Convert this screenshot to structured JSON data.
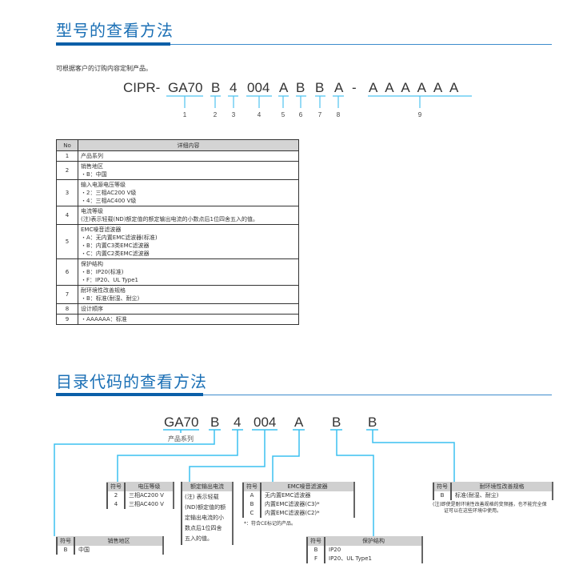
{
  "section1": {
    "title": "型号的查看方法",
    "subtitle": "可根据客户的订购内容定制产品。",
    "code": {
      "prefix": "CIPR-",
      "segments": [
        "GA70",
        "B",
        "4",
        "004",
        "A",
        "B",
        "B",
        "A"
      ],
      "dash": "-",
      "suffix": [
        "A",
        "A",
        "A",
        "A",
        "A",
        "A"
      ],
      "numbers": [
        "1",
        "2",
        "3",
        "4",
        "5",
        "6",
        "7",
        "8",
        "9"
      ]
    },
    "table": {
      "headers": [
        "No",
        "详细内容"
      ],
      "rows": [
        {
          "no": "1",
          "lines": [
            "产品系列"
          ]
        },
        {
          "no": "2",
          "lines": [
            "销售地区",
            "・B：中国"
          ]
        },
        {
          "no": "3",
          "lines": [
            "输入电源电压等级",
            "・2：三相AC200 V级",
            "・4：三相AC400 V级"
          ]
        },
        {
          "no": "4",
          "lines": [
            "电流等级",
            "(注)表示轻载(ND)额定值的额定输出电流的小数点后1位四舍五入的值。"
          ]
        },
        {
          "no": "5",
          "lines": [
            "EMC噪音滤波器",
            "・A：无内置EMC滤波器(标准)",
            "・B：内置C3类EMC滤波器",
            "・C：内置C2类EMC滤波器"
          ]
        },
        {
          "no": "6",
          "lines": [
            "保护结构",
            "・B：IP20(标准)",
            "・F：IP20、UL Type1"
          ]
        },
        {
          "no": "7",
          "lines": [
            "耐环境性改善规格",
            "・B：标准(耐湿、耐尘)"
          ]
        },
        {
          "no": "8",
          "lines": [
            "设计顺序"
          ]
        },
        {
          "no": "9",
          "lines": [
            "・AAAAAA：标准"
          ]
        }
      ]
    }
  },
  "section2": {
    "title": "目录代码的查看方法",
    "code": [
      "GA70",
      "B",
      "4",
      "004",
      "A",
      "B",
      "B"
    ],
    "series_label": "产品系列",
    "region": {
      "h1": "符号",
      "h2": "销售地区",
      "rows": [
        [
          "B",
          "中国"
        ]
      ]
    },
    "voltage": {
      "h1": "符号",
      "h2": "电压等级",
      "rows": [
        [
          "2",
          "三相AC200 V"
        ],
        [
          "4",
          "三相AC400 V"
        ]
      ]
    },
    "current": {
      "h": "额定输出电流",
      "lines": [
        "(注) 表示轻载",
        "(ND)额定值的额",
        "定输出电流的小",
        "数点后1位四舍",
        "五入的值。"
      ]
    },
    "emc": {
      "h1": "符号",
      "h2": "EMC噪音滤波器",
      "rows": [
        [
          "A",
          "无内置EMC滤波器"
        ],
        [
          "B",
          "内置EMC滤波器(C3)*"
        ],
        [
          "C",
          "内置EMC滤波器(C2)*"
        ]
      ],
      "note": "*：符合CE标记的产品。"
    },
    "protection": {
      "h1": "符号",
      "h2": "保护结构",
      "rows": [
        [
          "B",
          "IP20"
        ],
        [
          "F",
          "IP20、UL Type1"
        ]
      ]
    },
    "env": {
      "h1": "符号",
      "h2": "耐环境性改善规格",
      "rows": [
        [
          "B",
          "标准(耐湿、耐尘)"
        ]
      ],
      "note": [
        "(注)即使是耐环境性改善规格的变频器，也不能完全保",
        "证可以在这些环境中使用。"
      ]
    }
  },
  "colors": {
    "title": "#1a6fb5",
    "line": "#4fc3f0"
  }
}
